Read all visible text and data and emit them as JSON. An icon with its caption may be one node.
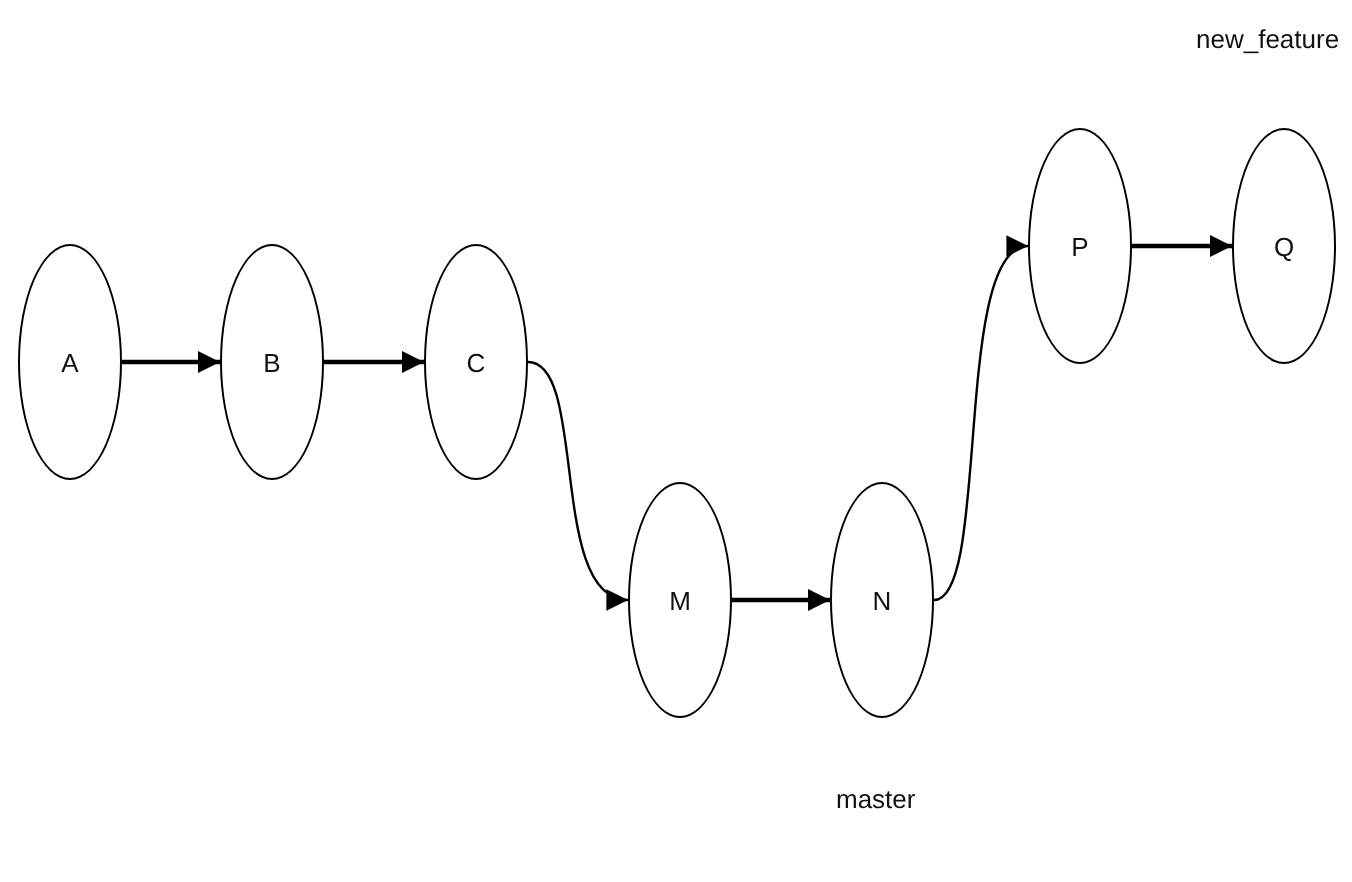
{
  "diagram": {
    "nodes": [
      {
        "text": [
          "A"
        ]
      },
      {
        "text": [
          "B"
        ]
      },
      {
        "text": [
          "C"
        ]
      },
      {
        "text": [
          "M"
        ]
      },
      {
        "text": [
          "N"
        ]
      },
      {
        "text": [
          "P"
        ]
      },
      {
        "text": [
          "Q"
        ]
      }
    ],
    "edges": [
      {
        "from": 0,
        "to": 1,
        "arrow": "to"
      },
      {
        "from": 1,
        "to": 2,
        "arrow": "to"
      },
      {
        "from": 2,
        "to": 3,
        "arrow": "to"
      },
      {
        "from": 3,
        "to": 4,
        "arrow": "to"
      },
      {
        "from": 4,
        "to": 5,
        "arrow": "to"
      },
      {
        "from": 5,
        "to": 6,
        "arrow": "to"
      }
    ],
    "labels": [
      "new_feature",
      "master"
    ]
  }
}
